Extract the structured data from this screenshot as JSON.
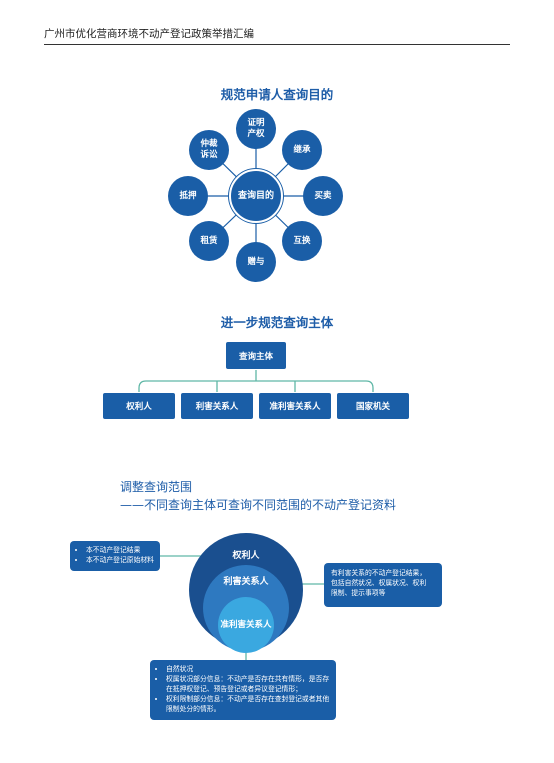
{
  "header": "广州市优化营商环境不动产登记政策举措汇编",
  "section1": {
    "title": "规范申请人查询目的",
    "hub": "查询目的",
    "nodes": [
      "证明\n产权",
      "继承",
      "买卖",
      "互换",
      "赠与",
      "租赁",
      "抵押",
      "仲裁\n诉讼"
    ]
  },
  "section2": {
    "title": "进一步规范查询主体",
    "root": "查询主体",
    "children": [
      "权利人",
      "利害关系人",
      "准利害关系人",
      "国家机关"
    ]
  },
  "section3": {
    "title": "调整查询范围",
    "subtitle": "——不同查询主体可查询不同范围的不动产登记资料",
    "rings": [
      "权利人",
      "利害关系人",
      "准利害关系人"
    ],
    "left_note": [
      "本不动产登记结果",
      "本不动产登记原始材料"
    ],
    "right_note": "有利害关系的不动产登记结果，\n包括自然状况、权属状况、权利\n限制、提示事项等",
    "bottom_note": [
      "自然状况",
      "权属状况部分信息：不动产是否存在共有情形，是否存在抵押权登记、预告登记或者异议登记情形；",
      "权利限制部分信息：不动产是否存在查封登记或者其他限制处分的情形。"
    ]
  }
}
